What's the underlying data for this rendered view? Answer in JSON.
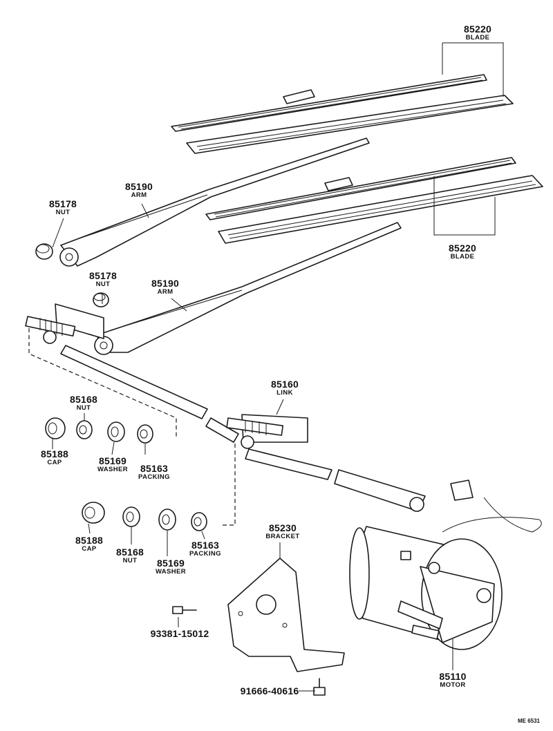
{
  "parts": {
    "blade_upper": {
      "number": "85220",
      "name": "BLADE"
    },
    "blade_lower": {
      "number": "85220",
      "name": "BLADE"
    },
    "arm_upper": {
      "number": "85190",
      "name": "ARM"
    },
    "arm_lower": {
      "number": "85190",
      "name": "ARM"
    },
    "nut_cap_upper": {
      "number": "85178",
      "name": "NUT"
    },
    "nut_cap_lower": {
      "number": "85178",
      "name": "NUT"
    },
    "link": {
      "number": "85160",
      "name": "LINK"
    },
    "nut_a": {
      "number": "85168",
      "name": "NUT"
    },
    "cap_a": {
      "number": "85188",
      "name": "CAP"
    },
    "washer_a": {
      "number": "85169",
      "name": "WASHER"
    },
    "packing_a": {
      "number": "85163",
      "name": "PACKING"
    },
    "cap_b": {
      "number": "85188",
      "name": "CAP"
    },
    "nut_b": {
      "number": "85168",
      "name": "NUT"
    },
    "washer_b": {
      "number": "85169",
      "name": "WASHER"
    },
    "packing_b": {
      "number": "85163",
      "name": "PACKING"
    },
    "bracket": {
      "number": "85230",
      "name": "BRACKET"
    },
    "bolt": {
      "number": "93381-15012"
    },
    "screw": {
      "number": "91666-40616"
    },
    "motor": {
      "number": "85110",
      "name": "MOTOR"
    }
  },
  "footer_code": "ME 6531"
}
